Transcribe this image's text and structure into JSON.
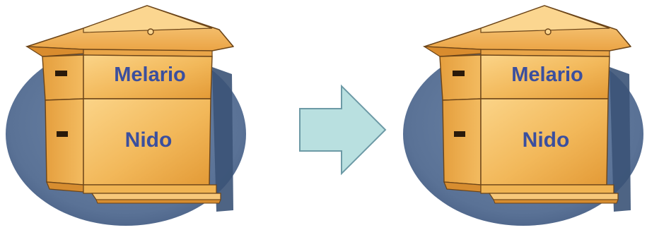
{
  "colors": {
    "background": "#ffffff",
    "oval_fill": "#5d7598",
    "oval_shadow": "#3c5376",
    "hive_wood": "#f0b453",
    "hive_wood_light": "#fbd488",
    "hive_outline": "#6b4418",
    "label_text": "#3b4f9e",
    "arrow_fill": "#b9e0e0",
    "arrow_stroke": "#6d9aa6"
  },
  "hives": [
    {
      "name": "hive-before",
      "upper_box_label": "Melario",
      "lower_box_label": "Nido"
    },
    {
      "name": "hive-after",
      "upper_box_label": "Melario",
      "lower_box_label": "Nido"
    }
  ],
  "arrow": {
    "direction": "right",
    "icon": "right-arrow-icon"
  }
}
